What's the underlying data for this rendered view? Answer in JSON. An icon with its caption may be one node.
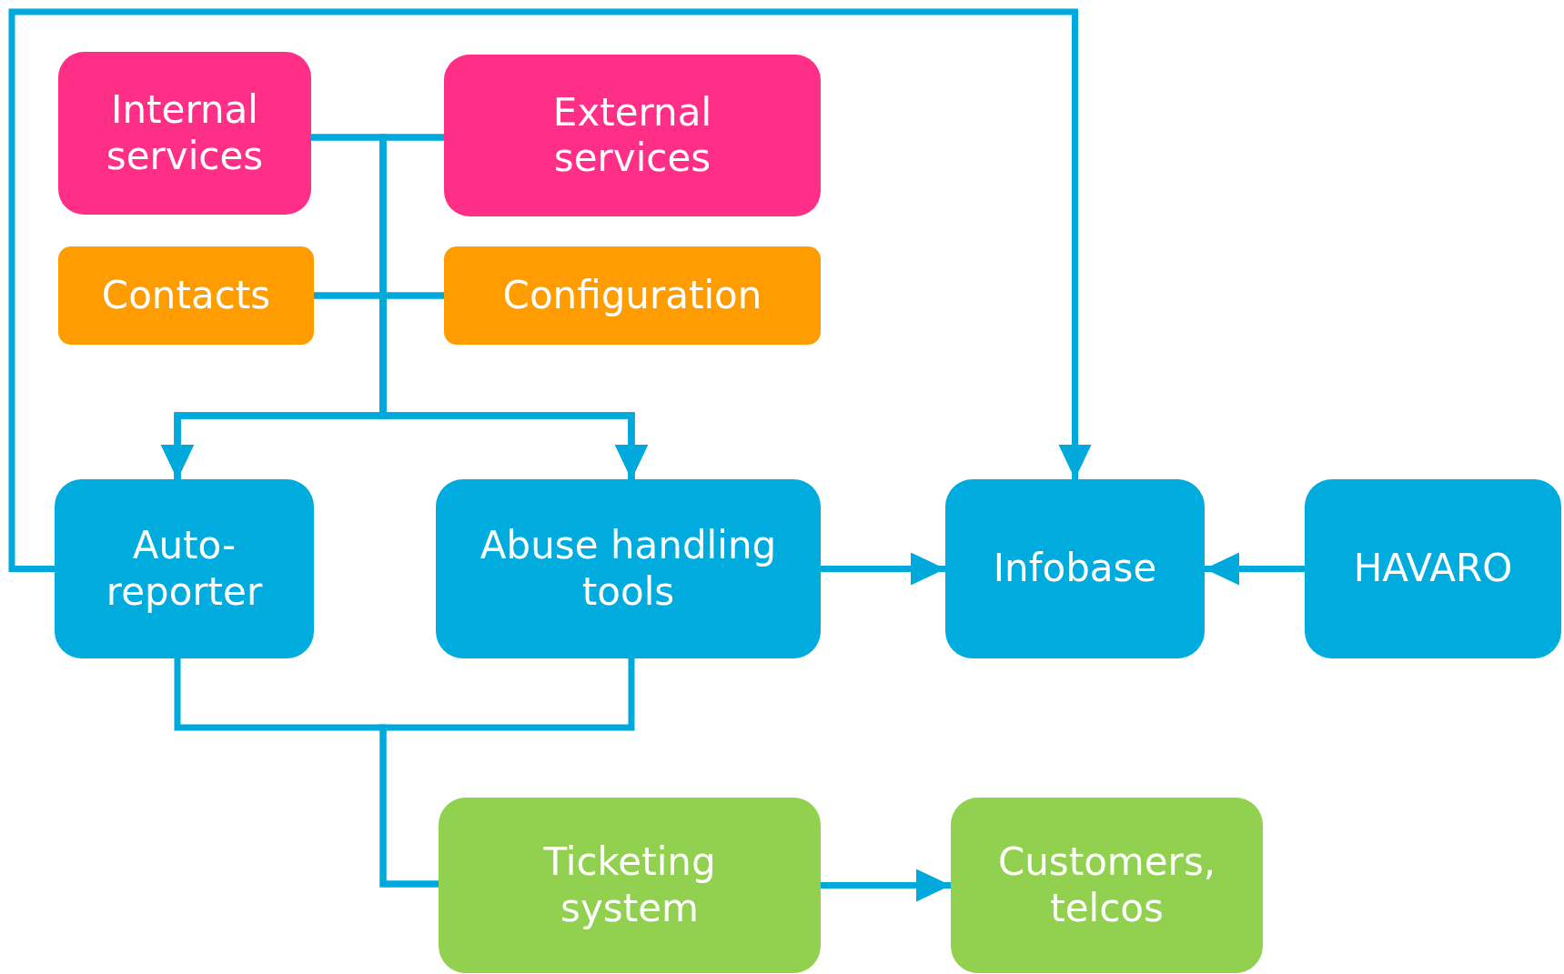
{
  "diagram": {
    "nodes": [
      {
        "text": [
          "Internal services"
        ]
      },
      {
        "text": [
          "External services"
        ]
      },
      {
        "text": [
          "Contacts"
        ]
      },
      {
        "text": [
          "Configuration"
        ]
      },
      {
        "text": [
          "Auto-reporter"
        ]
      },
      {
        "text": [
          "Abuse handling tools"
        ]
      },
      {
        "text": [
          "Infobase"
        ]
      },
      {
        "text": [
          "HAVARO"
        ]
      },
      {
        "text": [
          "Ticketing system"
        ]
      },
      {
        "text": [
          "Customers, telcos"
        ]
      }
    ],
    "edges": [
      {
        "from": 0,
        "to": 4,
        "arrow": "to"
      },
      {
        "from": 0,
        "to": 5,
        "arrow": "to"
      },
      {
        "from": 1,
        "to": 4,
        "arrow": "to"
      },
      {
        "from": 1,
        "to": 5,
        "arrow": "to"
      },
      {
        "from": 2,
        "to": 4,
        "arrow": "to"
      },
      {
        "from": 2,
        "to": 5,
        "arrow": "to"
      },
      {
        "from": 3,
        "to": 4,
        "arrow": "to"
      },
      {
        "from": 3,
        "to": 5,
        "arrow": "to"
      },
      {
        "from": 4,
        "to": 6,
        "arrow": "to"
      },
      {
        "from": 5,
        "to": 6,
        "arrow": "to"
      },
      {
        "from": 7,
        "to": 6,
        "arrow": "to"
      },
      {
        "from": 4,
        "to": 8,
        "arrow": "none"
      },
      {
        "from": 5,
        "to": 8,
        "arrow": "none"
      },
      {
        "from": 8,
        "to": 9,
        "arrow": "to"
      }
    ]
  }
}
